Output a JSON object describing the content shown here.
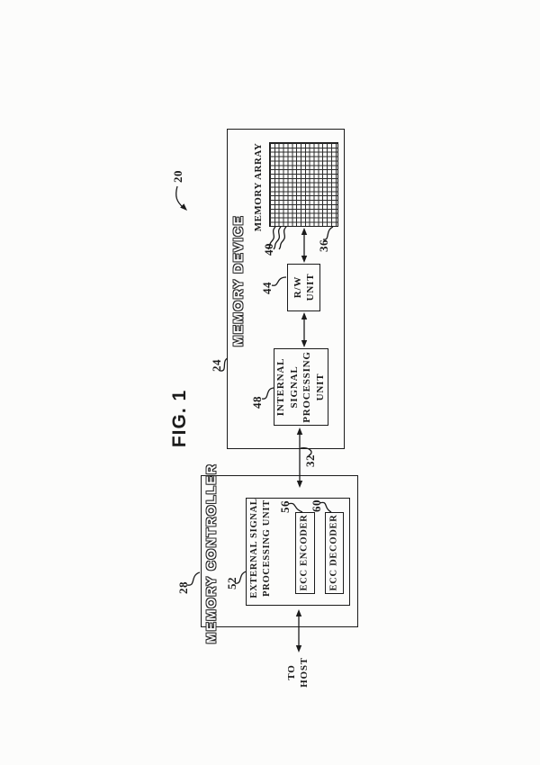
{
  "figure": {
    "title": "FIG. 1",
    "ref": "20"
  },
  "memory_device": {
    "title": "MEMORY DEVICE",
    "ref": "24",
    "memory_array": {
      "label": "MEMORY ARRAY",
      "ref": "36",
      "cell_lines_ref": "40"
    },
    "rw_unit": {
      "label": "R/W\nUNIT",
      "ref": "44"
    },
    "internal_signal_processing_unit": {
      "label": "INTERNAL\nSIGNAL\nPROCESSING\nUNIT",
      "ref": "48"
    }
  },
  "bus": {
    "ref": "32"
  },
  "memory_controller": {
    "title": "MEMORY CONTROLLER",
    "ref": "28",
    "external_signal_processing_unit": {
      "label": "EXTERNAL SIGNAL\nPROCESSING UNIT",
      "ref": "52",
      "ecc_encoder": {
        "label": "ECC ENCODER",
        "ref": "56"
      },
      "ecc_decoder": {
        "label": "ECC DECODER",
        "ref": "60"
      }
    }
  },
  "host_link": {
    "label": "TO\nHOST"
  }
}
